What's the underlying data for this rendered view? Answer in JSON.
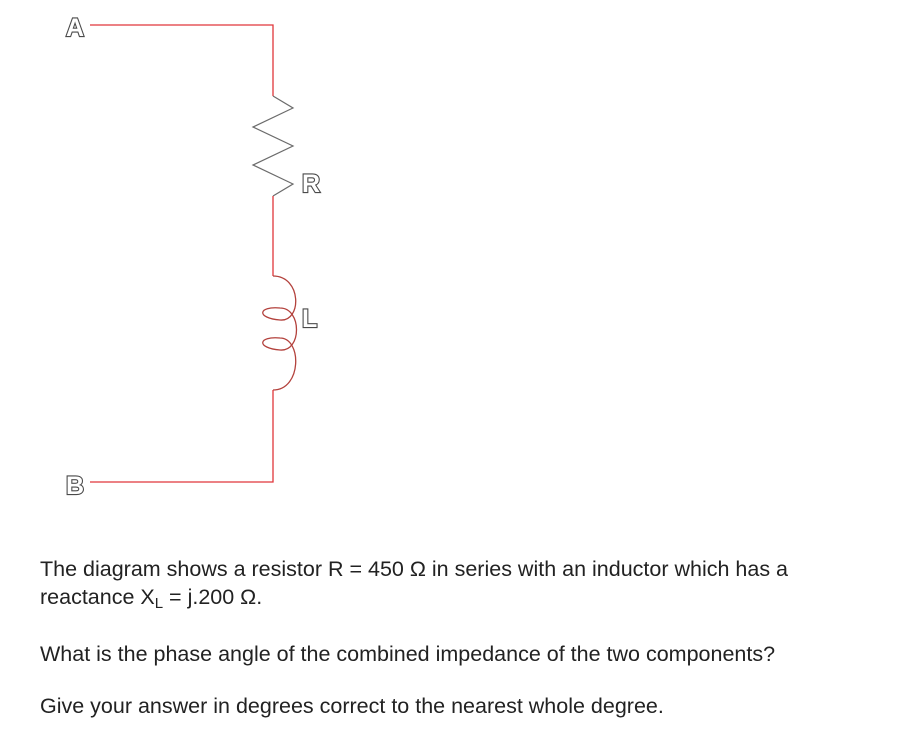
{
  "diagram": {
    "node_a_label": "A",
    "node_b_label": "B",
    "resistor_label": "R",
    "inductor_label": "L",
    "wire_color": "#e0363a",
    "resistor_color": "#6b6b6b",
    "inductor_color": "#b3413c"
  },
  "text": {
    "line1_part1": "The diagram shows a resistor R = 450 Ω in series with an inductor which has a reactance X",
    "line1_sub": "L",
    "line1_part2": " = j.200 Ω.",
    "line2": "What is the phase angle of the combined impedance of the two components?",
    "line3": "Give your answer in degrees correct to the nearest whole degree."
  }
}
